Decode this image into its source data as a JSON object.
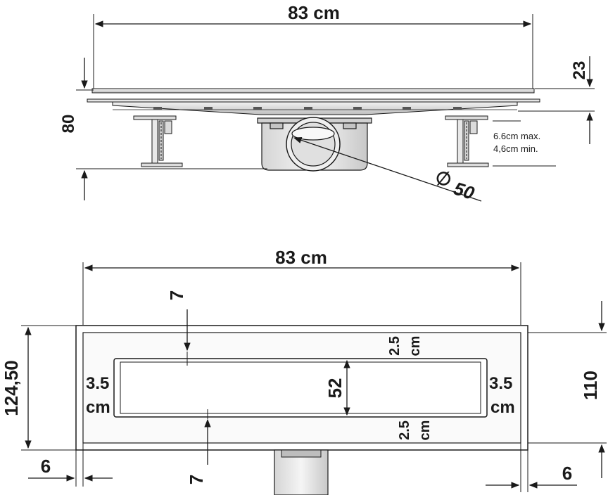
{
  "side_view": {
    "width_label": "83 cm",
    "height_label": "80",
    "grate_thickness_label": "23",
    "adjust_max_label": "6.6cm max.",
    "adjust_min_label": "4,6cm min.",
    "outlet_diameter_symbol": "∅",
    "outlet_diameter_value": "50"
  },
  "top_view": {
    "width_label": "83 cm",
    "outer_height_label": "124,50",
    "inner_height_label": "110",
    "top_margin_label": "7",
    "bottom_margin_label": "7",
    "left_side_label": "6",
    "right_side_label": "6",
    "left_inset_value": "3.5",
    "left_inset_unit": "cm",
    "right_inset_value": "3.5",
    "right_inset_unit": "cm",
    "slot_height_label": "52",
    "top_gap_value": "2.5",
    "top_gap_unit": "cm",
    "bottom_gap_value": "2.5",
    "bottom_gap_unit": "cm"
  }
}
